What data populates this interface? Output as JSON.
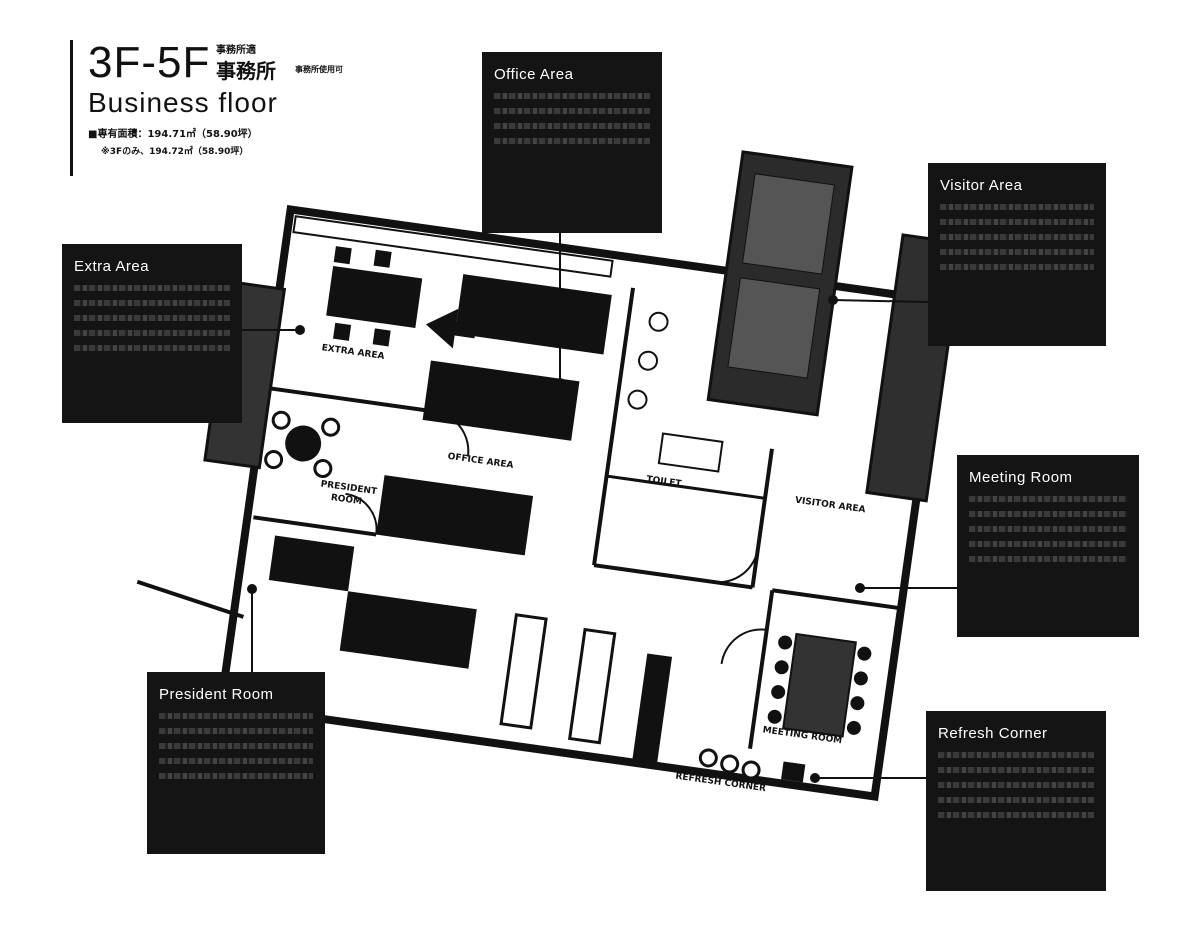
{
  "header": {
    "floor_code": "3F-5F",
    "use_jp_small": "事務所適",
    "use_jp": "事務所",
    "use_note_jp": "事務所使用可",
    "floor_en": "Business floor",
    "area_line1": "■専有面積：194.71㎡（58.90坪）",
    "area_line2": "※3Fのみ、194.72㎡（58.90坪）"
  },
  "callouts": {
    "office": "Office Area",
    "visitor": "Visitor Area",
    "extra": "Extra Area",
    "meeting": "Meeting Room",
    "president": "President Room",
    "refresh": "Refresh Corner"
  },
  "plan_labels": {
    "extra": "EXTRA AREA",
    "office": "OFFICE AREA",
    "president": "PRESIDENT",
    "president2": "ROOM",
    "toilet": "TOILET",
    "visitor": "VISITOR AREA",
    "meeting": "MEETING ROOM",
    "refresh": "REFRESH CORNER"
  }
}
